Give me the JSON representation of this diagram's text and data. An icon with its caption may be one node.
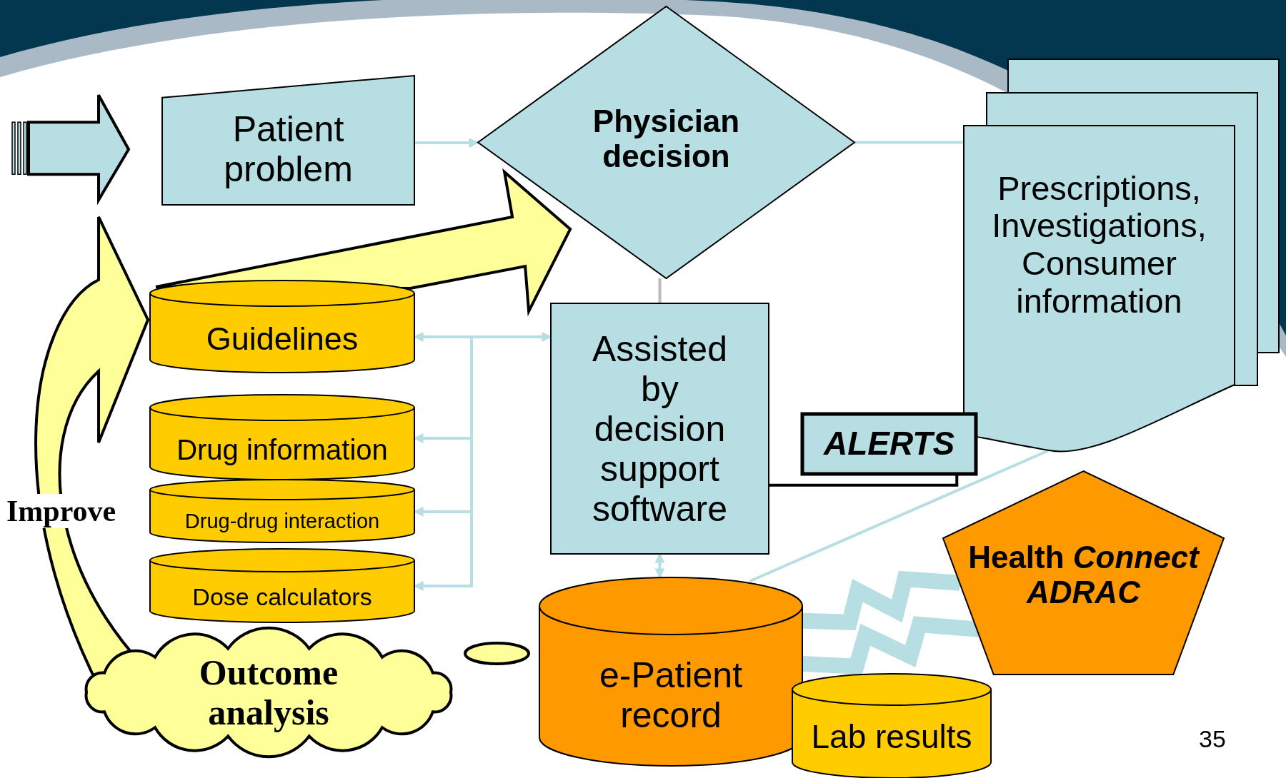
{
  "diagram": {
    "nodes": [
      {
        "text": [
          "Patient problem"
        ]
      },
      {
        "text": [
          "Physician decision"
        ]
      },
      {
        "text": [
          "Prescriptions, Investigations, Consumer information"
        ]
      },
      {
        "text": [
          "Guidelines"
        ]
      },
      {
        "text": [
          "Drug information"
        ]
      },
      {
        "text": [
          "Drug-drug interaction"
        ]
      },
      {
        "text": [
          "Dose calculators"
        ]
      },
      {
        "text": [
          "Assisted by decision support software"
        ]
      },
      {
        "text": [
          "ALERTS"
        ]
      },
      {
        "text": [
          "e-Patient record"
        ]
      },
      {
        "text": [
          "Health *Connect* *ADRAC*"
        ]
      },
      {
        "text": [
          "Lab results"
        ]
      },
      {
        "text": [
          "Outcome analysis"
        ]
      },
      {
        "text": [],
        "shape": "ellipse"
      }
    ],
    "edges": [
      {
        "from": null,
        "to": 0,
        "arrow": "to",
        "style": "thick"
      },
      {
        "from": 0,
        "to": 1,
        "arrow": "to"
      },
      {
        "from": 1,
        "to": 2,
        "arrow": "none"
      },
      {
        "from": 1,
        "to": 7,
        "arrow": "none",
        "color": "#bbbbbb"
      },
      {
        "from": 7,
        "to": 3,
        "arrow": "both"
      },
      {
        "from": 7,
        "to": 4,
        "arrow": "to"
      },
      {
        "from": 7,
        "to": 5,
        "arrow": "to"
      },
      {
        "from": 7,
        "to": 6,
        "arrow": "to"
      },
      {
        "from": 7,
        "to": 9,
        "arrow": "both"
      },
      {
        "from": 9,
        "to": 2,
        "arrow": "none"
      },
      {
        "from": 7,
        "to": 8,
        "arrow": "none",
        "color": "#000000"
      },
      {
        "from": 10,
        "to": 9,
        "arrow": "none",
        "style": "thick"
      },
      {
        "from": 10,
        "to": 9,
        "arrow": "none",
        "style": "thick"
      },
      {
        "from": 3,
        "to": 1,
        "arrow": "to",
        "style": "thick",
        "color": "#ffff99"
      },
      {
        "from": 12,
        "to": 3,
        "arrow": "to",
        "style": "thick",
        "color": "#ffff99",
        "label": "Improve"
      }
    ],
    "labels": [
      "35"
    ]
  }
}
